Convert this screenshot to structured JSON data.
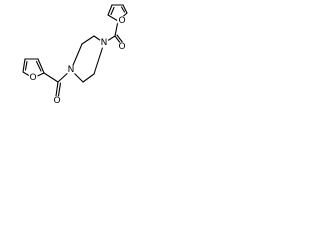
{
  "atom_labels": {
    "furan_top_oxygen": "O",
    "carbonyl_top_oxygen": "O",
    "piperazine_nitrogen_top": "N",
    "piperazine_nitrogen_bottom": "N",
    "furan_bottom_oxygen": "O",
    "carbonyl_bottom_oxygen": "O"
  },
  "colors": {
    "bond": "#000000",
    "background": "#ffffff"
  }
}
